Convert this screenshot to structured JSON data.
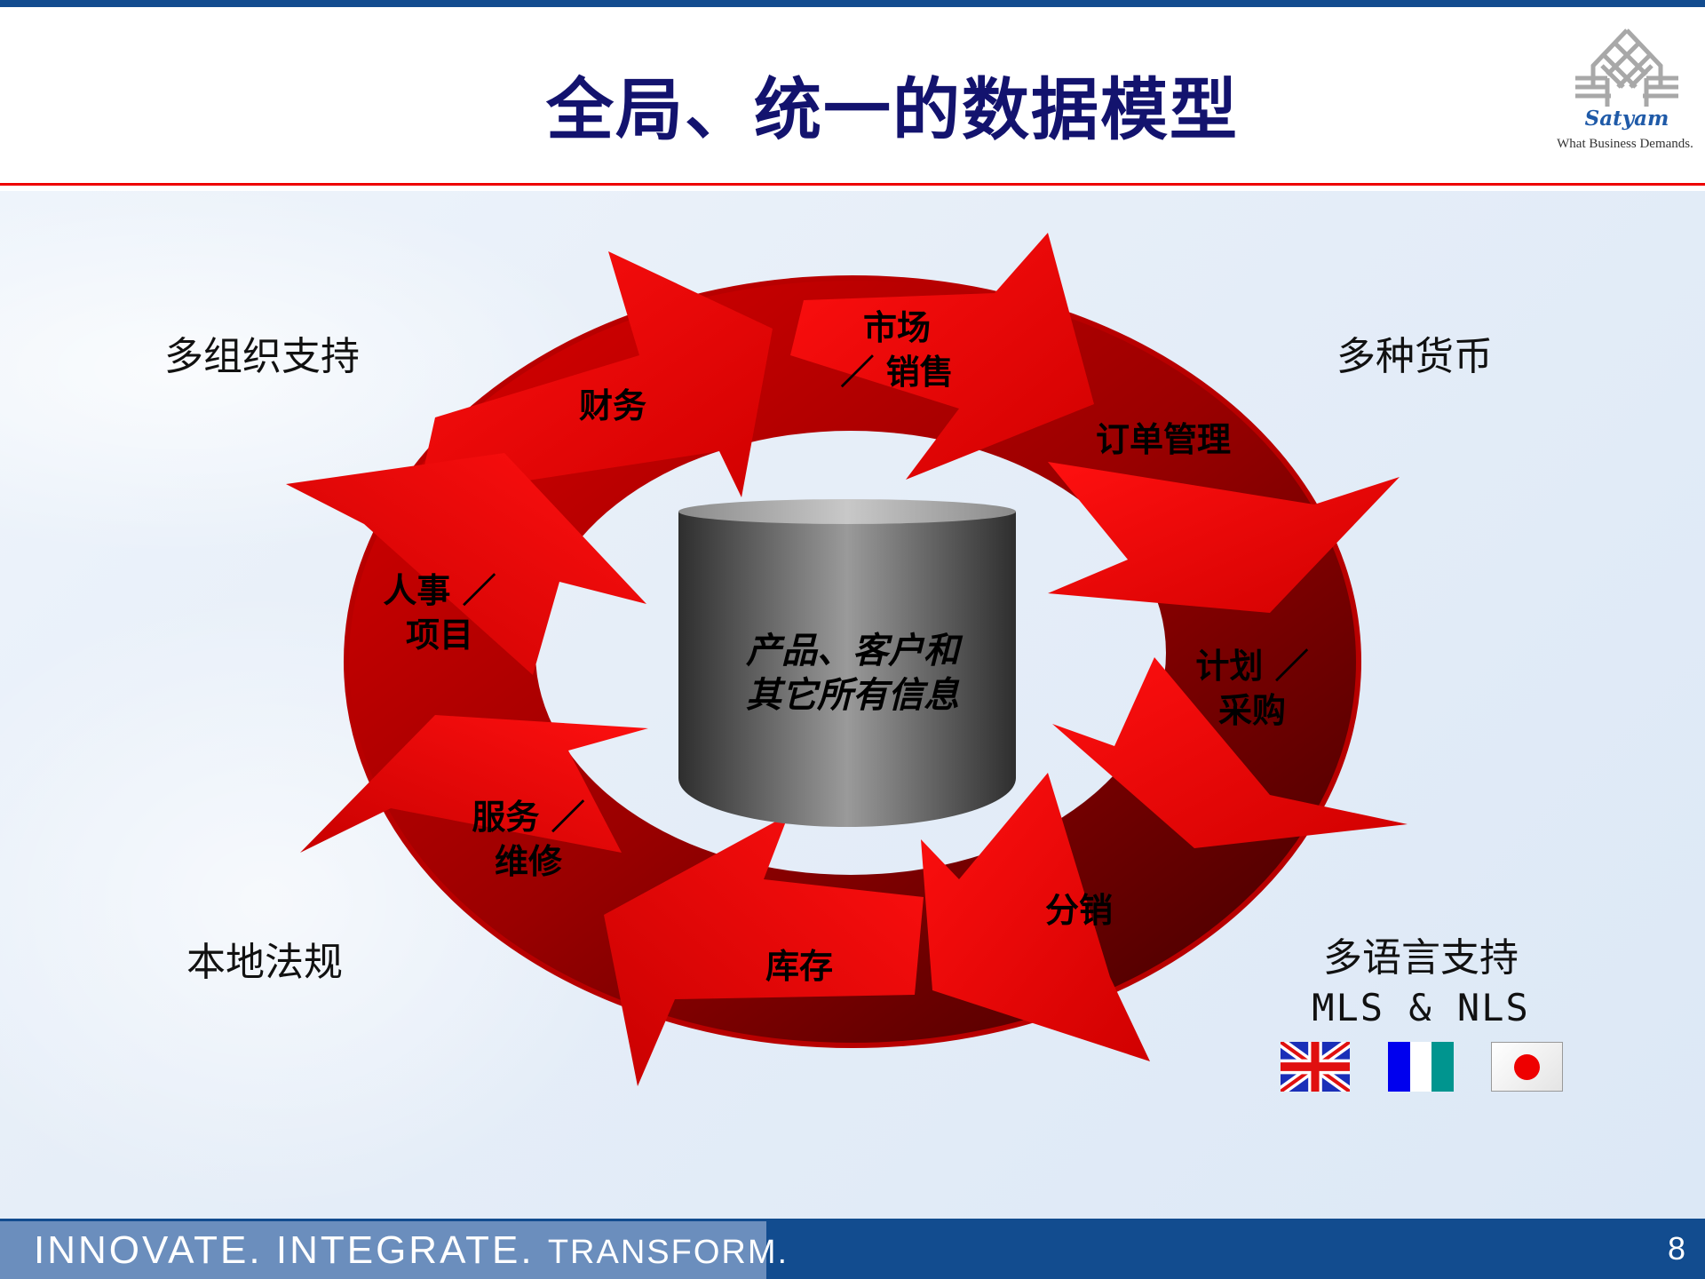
{
  "slide": {
    "title": "全局、统一的数据模型",
    "page_number": "8"
  },
  "logo": {
    "name": "Satyam",
    "tagline": "What Business Demands."
  },
  "footer": {
    "tagline_part1": "INNOVATE. INTEGRATE.",
    "tagline_part2": "TRANSFORM."
  },
  "center": {
    "line1": "产品、客户和",
    "line2": "其它所有信息"
  },
  "cycle": [
    {
      "label": "市场\n／ 销售"
    },
    {
      "label": "订单管理"
    },
    {
      "label": "计划 ／\n采购"
    },
    {
      "label": "分销"
    },
    {
      "label": "库存"
    },
    {
      "label": "服务 ／\n维修"
    },
    {
      "label": "人事 ／\n项目"
    },
    {
      "label": "财务"
    }
  ],
  "corners": {
    "top_left": "多组织支持",
    "top_right": "多种货币",
    "bottom_left": "本地法规",
    "bottom_right_line1": "多语言支持",
    "bottom_right_line2": "MLS & NLS"
  },
  "flags": [
    {
      "icon": "uk-flag-icon"
    },
    {
      "icon": "blue-white-teal-flag-icon"
    },
    {
      "icon": "japan-flag-icon"
    }
  ],
  "colors": {
    "brand_blue": "#124c8f",
    "title_navy": "#13136e",
    "arrow_red": "#ee0000",
    "arrow_dark": "#6a0000",
    "rule_red": "#ee0000"
  }
}
